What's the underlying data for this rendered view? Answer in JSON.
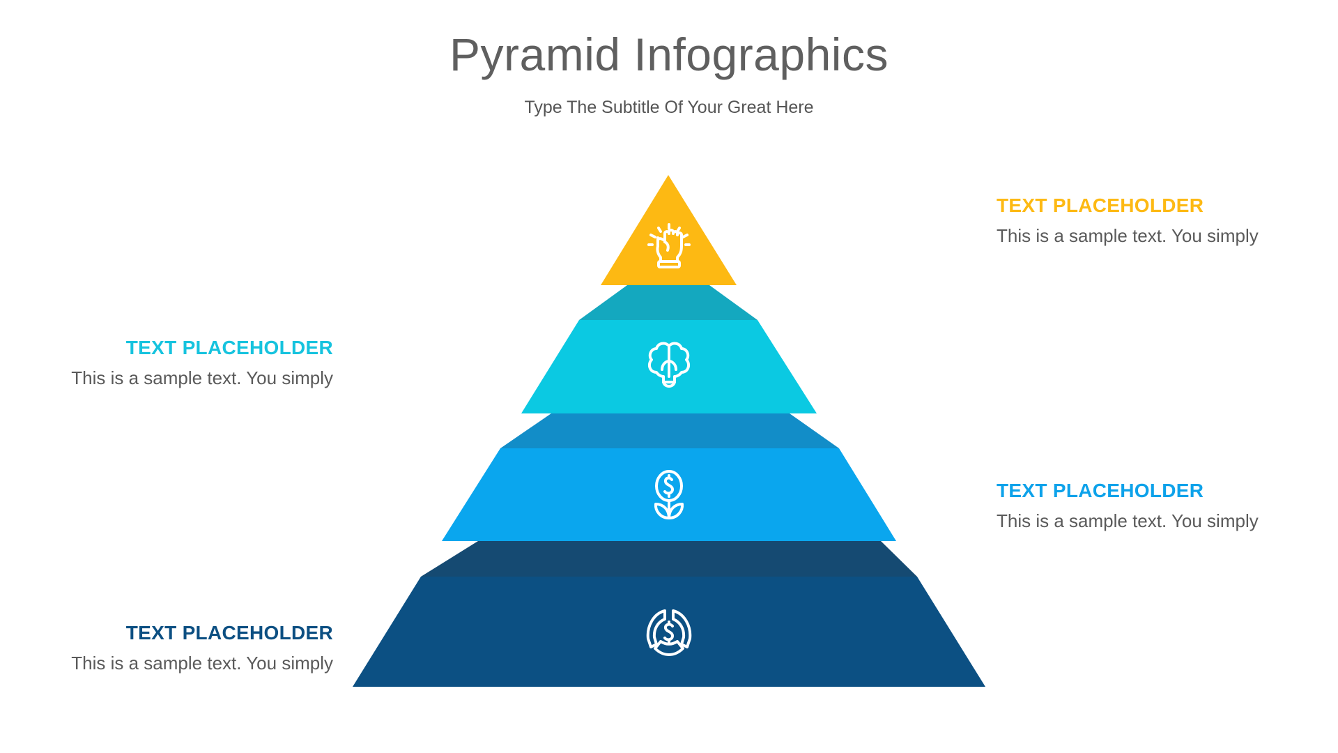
{
  "header": {
    "title": "Pyramid Infographics",
    "subtitle": "Type The Subtitle Of Your Great Here"
  },
  "colors": {
    "tier1": "#FDB913",
    "tier2_top": "#14A8BF",
    "tier2_front": "#0BC9E2",
    "tier3_top": "#128DC8",
    "tier3_front": "#0AA6EE",
    "tier4_top": "#154A72",
    "tier4_front": "#0C5083",
    "body_text": "#5A5A5A"
  },
  "tiers": [
    {
      "level": 1,
      "icon": "raised-fist-icon",
      "color": "#FDB913"
    },
    {
      "level": 2,
      "icon": "brain-lightbulb-icon",
      "color": "#0BC9E2"
    },
    {
      "level": 3,
      "icon": "money-plant-icon",
      "color": "#0AA6EE"
    },
    {
      "level": 4,
      "icon": "dollar-cycle-icon",
      "color": "#0C5083"
    }
  ],
  "blocks": [
    {
      "side": "right",
      "heading": "TEXT PLACEHOLDER",
      "body": "This is a sample text. You simply",
      "color": "#FDB913"
    },
    {
      "side": "left",
      "heading": "TEXT PLACEHOLDER",
      "body": "This is a sample text. You simply",
      "color": "#16C3DE"
    },
    {
      "side": "right",
      "heading": "TEXT PLACEHOLDER",
      "body": "This is a sample text. You simply",
      "color": "#0DA2EA"
    },
    {
      "side": "left",
      "heading": "TEXT PLACEHOLDER",
      "body": "This is a sample text. You simply",
      "color": "#0C4F82"
    }
  ]
}
